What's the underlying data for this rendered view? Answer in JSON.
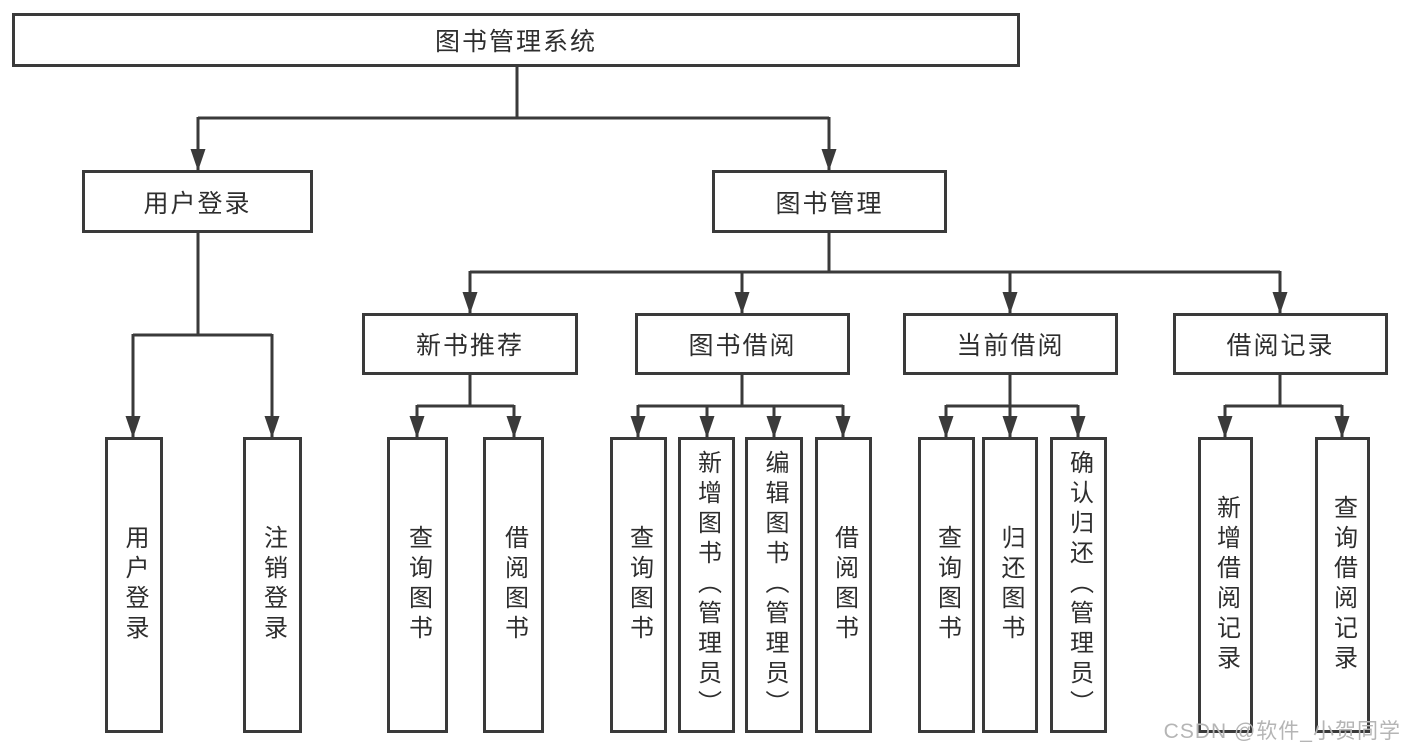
{
  "diagram": {
    "root": "图书管理系统",
    "level2": [
      "用户登录",
      "图书管理"
    ],
    "level3": [
      "新书推荐",
      "图书借阅",
      "当前借阅",
      "借阅记录"
    ],
    "leaves_user_login": [
      "用户登录",
      "注销登录"
    ],
    "leaves_new_book": [
      "查询图书",
      "借阅图书"
    ],
    "leaves_book_borrow": [
      "查询图书",
      "新增图书（管理员）",
      "编辑图书（管理员）",
      "借阅图书"
    ],
    "leaves_current_borrow": [
      "查询图书",
      "归还图书",
      "确认归还（管理员）"
    ],
    "leaves_borrow_record": [
      "新增借阅记录",
      "查询借阅记录"
    ]
  },
  "watermark": "CSDN @软件_小贺同学",
  "colors": {
    "line": "#3a3a3a",
    "box_border": "#3a3a3a",
    "text": "#2e2e2e",
    "background": "#ffffff",
    "watermark": "#b5b5b5"
  }
}
